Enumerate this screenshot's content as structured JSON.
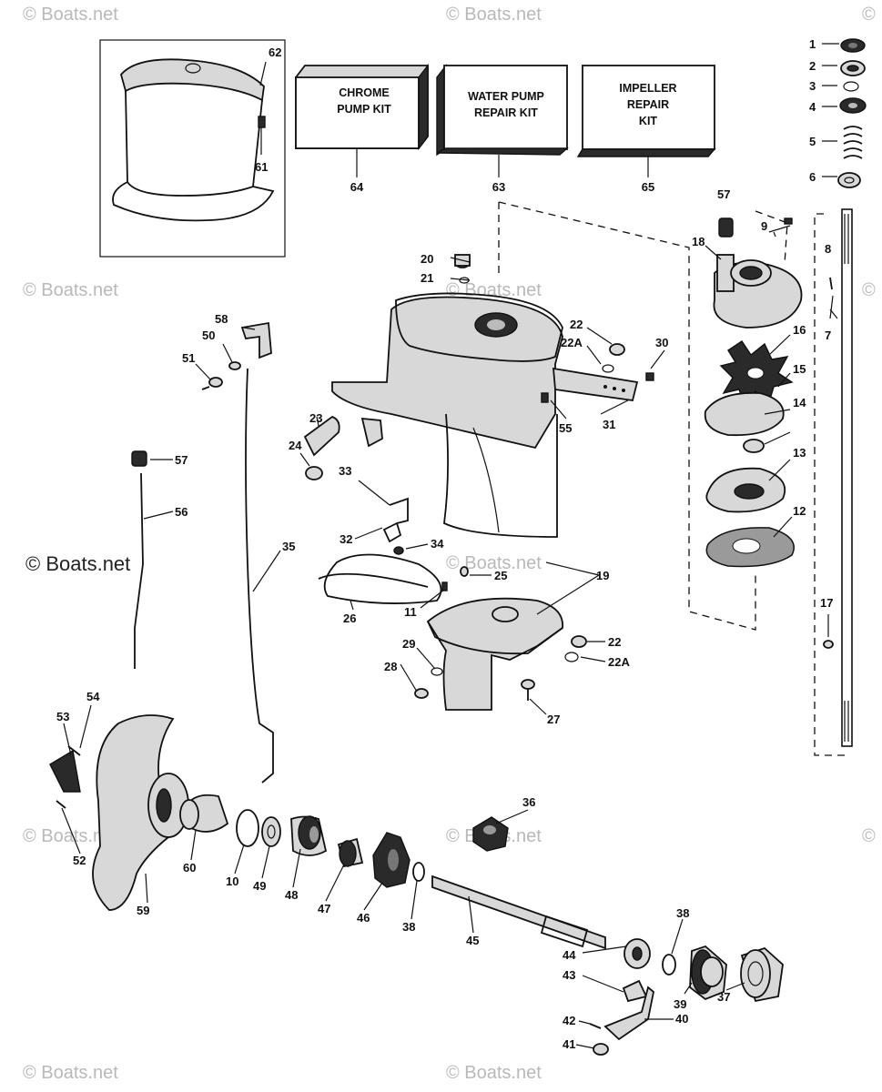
{
  "watermarks": [
    "© Boats.net",
    "© Boats.net",
    "© Boats.net",
    "© Boats.net",
    "© Boats.net",
    "© Boats.net",
    "© Boats.net",
    "© Boats.net",
    "© Boats.net",
    "©",
    "©",
    "©"
  ],
  "watermark_main": "© Boats.net",
  "kits": [
    {
      "lines": [
        "CHROME",
        "PUMP KIT"
      ],
      "number": "64"
    },
    {
      "lines": [
        "WATER PUMP",
        "REPAIR KIT"
      ],
      "number": "63"
    },
    {
      "lines": [
        "IMPELLER",
        "REPAIR",
        "KIT"
      ],
      "number": "65"
    }
  ],
  "labels": {
    "p1": "1",
    "p2": "2",
    "p3": "3",
    "p4": "4",
    "p5": "5",
    "p6": "6",
    "p7": "7",
    "p8": "8",
    "p9": "9",
    "p10": "10",
    "p11": "11",
    "p12": "12",
    "p13": "13",
    "p14": "14",
    "p15": "15",
    "p16": "16",
    "p17": "17",
    "p18": "18",
    "p19": "19",
    "p20": "20",
    "p21": "21",
    "p22a": "22",
    "p22Aa": "22A",
    "p22b": "22",
    "p22Ab": "22A",
    "p23": "23",
    "p24": "24",
    "p25": "25",
    "p26": "26",
    "p27": "27",
    "p28": "28",
    "p29": "29",
    "p30": "30",
    "p31": "31",
    "p32": "32",
    "p33": "33",
    "p34": "34",
    "p35": "35",
    "p36": "36",
    "p37": "37",
    "p38a": "38",
    "p38b": "38",
    "p39": "39",
    "p40": "40",
    "p41": "41",
    "p42": "42",
    "p43": "43",
    "p44": "44",
    "p45": "45",
    "p46": "46",
    "p47": "47",
    "p48": "48",
    "p49": "49",
    "p50": "50",
    "p51": "51",
    "p52": "52",
    "p53": "53",
    "p54": "54",
    "p55": "55",
    "p56": "56",
    "p57a": "57",
    "p57b": "57",
    "p58": "58",
    "p59": "59",
    "p60": "60",
    "p61": "61",
    "p62": "62"
  }
}
